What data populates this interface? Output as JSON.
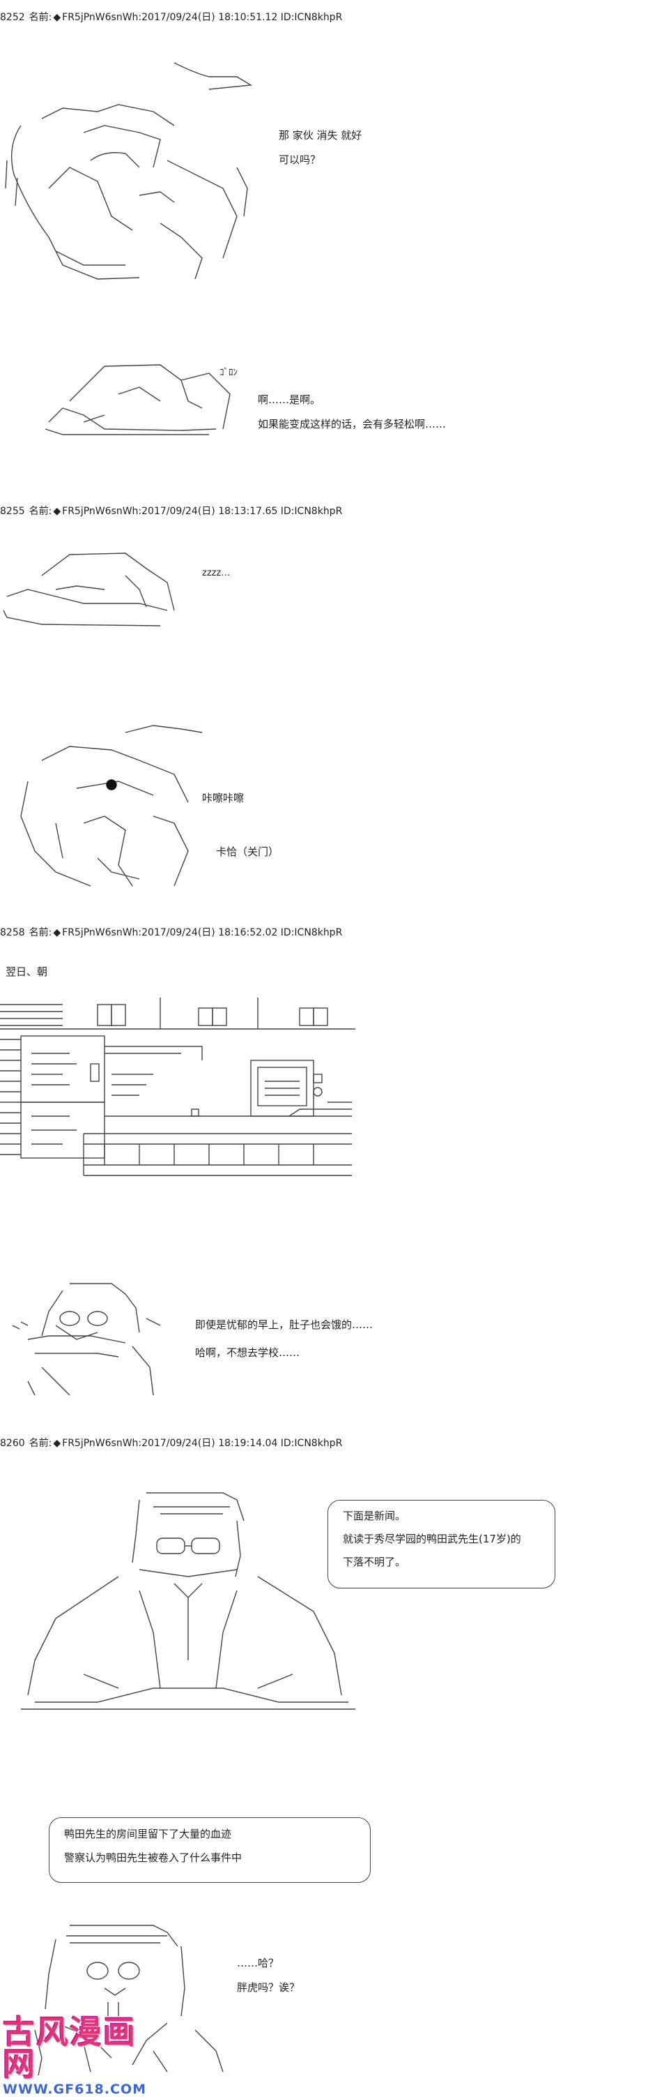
{
  "posts": [
    {
      "num": "8252",
      "label": "名前:",
      "diamond": "◆",
      "trip": "FR5jPnW6snWh",
      "ts": ":2017/09/24(日) 18:10:51.12 ID:ICN8khpR"
    },
    {
      "num": "8255",
      "label": "名前:",
      "diamond": "◆",
      "trip": "FR5jPnW6snWh",
      "ts": ":2017/09/24(日) 18:13:17.65 ID:ICN8khpR"
    },
    {
      "num": "8258",
      "label": "名前:",
      "diamond": "◆",
      "trip": "FR5jPnW6snWh",
      "ts": ":2017/09/24(日) 18:16:52.02 ID:ICN8khpR"
    },
    {
      "num": "8260",
      "label": "名前:",
      "diamond": "◆",
      "trip": "FR5jPnW6snWh",
      "ts": ":2017/09/24(日) 18:19:14.04 ID:ICN8khpR"
    }
  ],
  "dialogue": {
    "l1": "那 家伙 消失 就好",
    "l2": "可以吗？",
    "sfx_goron": "ｺﾞﾛﾝ",
    "l3": "啊……是啊。",
    "l4": "如果能变成这样的话，会有多轻松啊……",
    "sfx_zzz": "zzzz…",
    "sfx_kacha1": "咔嚓咔嚓",
    "sfx_kacha2": "卡恰（关门）",
    "l5": "翌日、朝",
    "l6": "即使是忧郁的早上，肚子也会饿的……",
    "l7": "哈啊，不想去学校……",
    "news1": "下面是新闻。",
    "news2": "就读于秀尽学园的鸭田武先生(17岁)的",
    "news3": "下落不明了。",
    "news4": "鸭田先生的房间里留下了大量的血迹",
    "news5": "警察认为鸭田先生被卷入了什么事件中",
    "l8": "……哈？",
    "l9": "胖虎吗？诶？"
  },
  "watermark": {
    "brand": "古风漫画网",
    "url": "WWW.GF618.COM"
  }
}
